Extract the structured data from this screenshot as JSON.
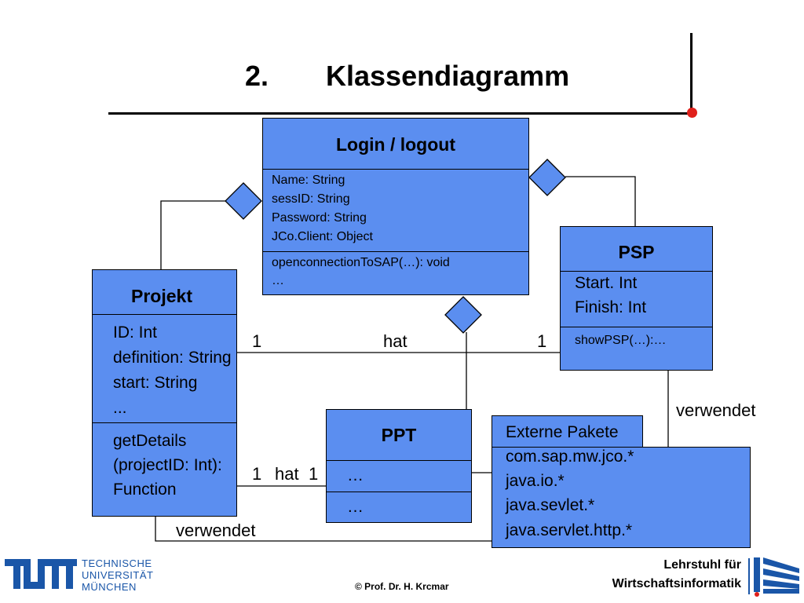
{
  "slide": {
    "number": "2.",
    "title": "Klassendiagramm",
    "copyright": "© Prof. Dr. H. Krcmar"
  },
  "classes": {
    "login": {
      "name": "Login / logout",
      "attributes": [
        "Name: String",
        "sessID: String",
        "Password: String",
        "JCo.Client: Object"
      ],
      "methods": [
        "openconnectionToSAP(…): void",
        "…"
      ]
    },
    "projekt": {
      "name": "Projekt",
      "attributes": [
        "ID: Int",
        "definition: String",
        "start: String",
        "..."
      ],
      "methods": [
        "getDetails",
        "(projectID: Int):",
        "Function"
      ]
    },
    "psp": {
      "name": "PSP",
      "attributes": [
        "Start. Int",
        "Finish: Int"
      ],
      "methods": [
        "showPSP(…):…"
      ]
    },
    "ppt": {
      "name": "PPT",
      "attributes": [
        "…"
      ],
      "methods": [
        "…"
      ]
    }
  },
  "package": {
    "name": "Externe Pakete",
    "items": [
      "com.sap.mw.jco.*",
      "java.io.*",
      "java.sevlet.*",
      "java.servlet.http.*"
    ]
  },
  "associations": {
    "projekt_psp": {
      "label": "hat",
      "mult_left": "1",
      "mult_right": "1"
    },
    "projekt_ppt": {
      "label": "hat",
      "mult_left": "1",
      "mult_right": "1"
    },
    "psp_uses": "verwendet",
    "projekt_uses": "verwendet"
  },
  "footer": {
    "university": [
      "TECHNISCHE",
      "UNIVERSITÄT",
      "MÜNCHEN"
    ],
    "chair": [
      "Lehrstuhl für",
      "Wirtschaftsinformatik"
    ]
  },
  "colors": {
    "class_fill": "#5b8ef0",
    "accent_red": "#e0201b",
    "tum_blue": "#1a56a8"
  }
}
